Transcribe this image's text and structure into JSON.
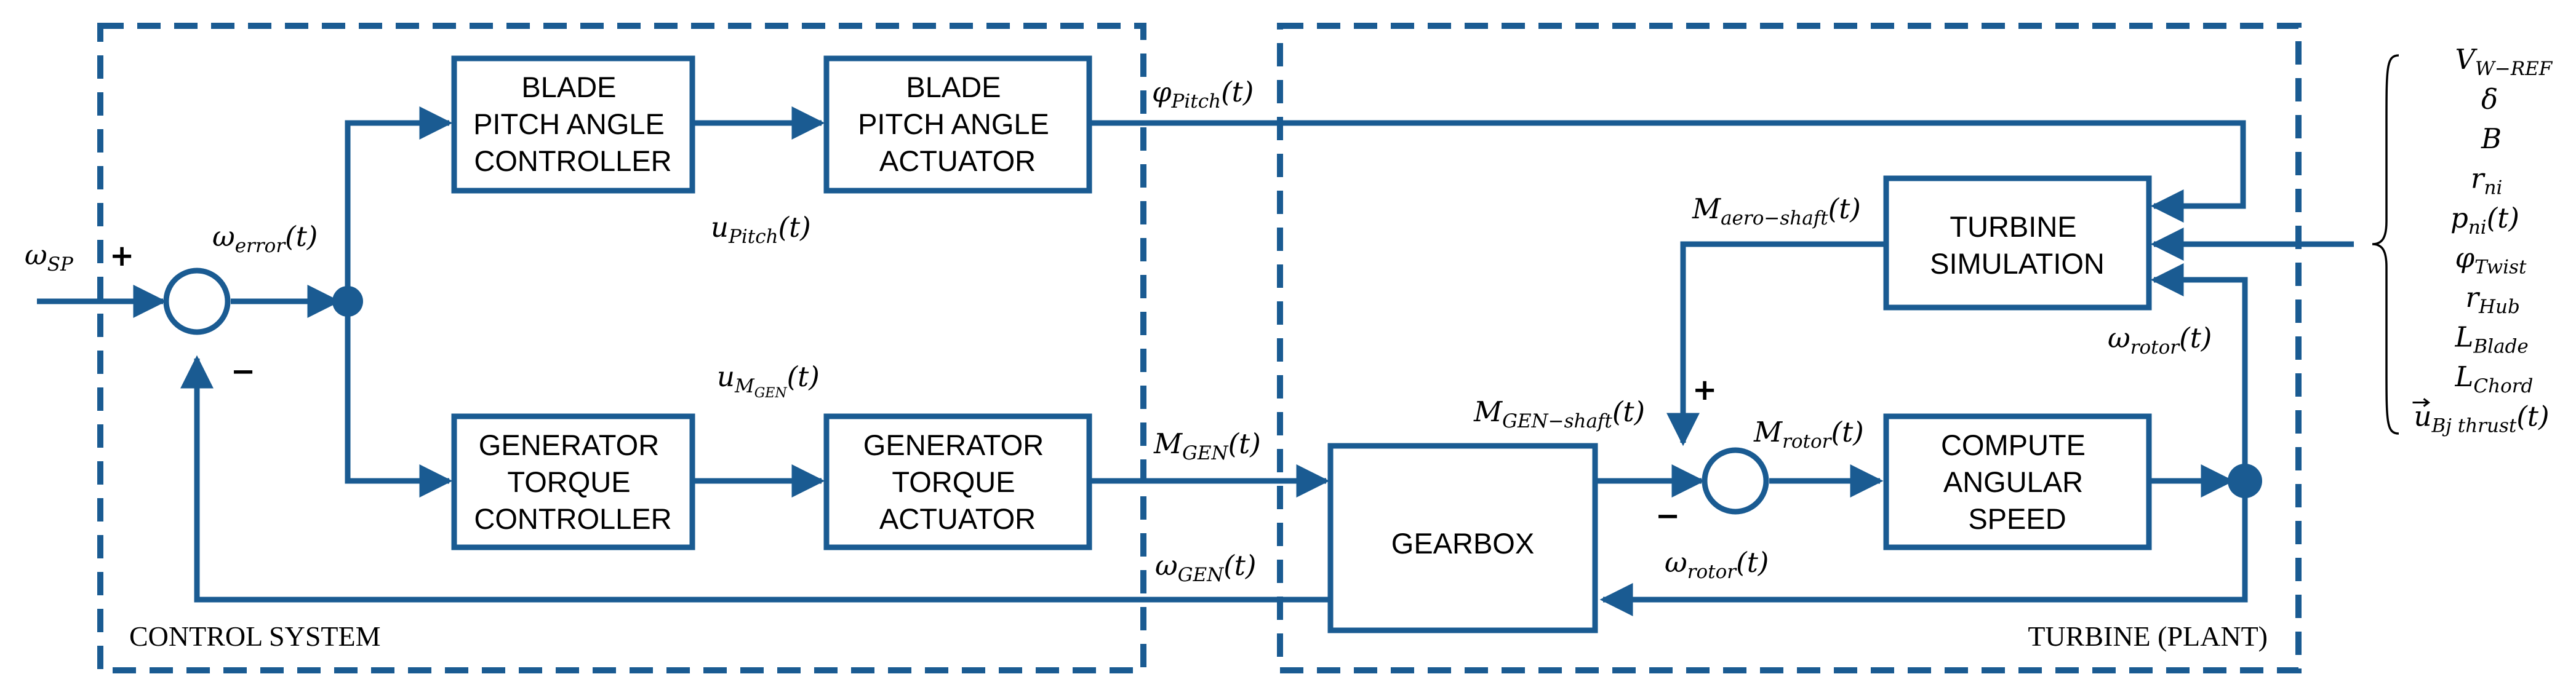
{
  "regions": {
    "control": "CONTROL SYSTEM",
    "plant": "TURBINE (PLANT)"
  },
  "blocks": {
    "pitch_controller": [
      "BLADE",
      "PITCH ANGLE",
      "CONTROLLER"
    ],
    "pitch_actuator": [
      "BLADE",
      "PITCH ANGLE",
      "ACTUATOR"
    ],
    "gen_controller": [
      "GENERATOR",
      "TORQUE",
      "CONTROLLER"
    ],
    "gen_actuator": [
      "GENERATOR",
      "TORQUE",
      "ACTUATOR"
    ],
    "turbine_sim": [
      "TURBINE",
      "SIMULATION"
    ],
    "compute_speed": [
      "COMPUTE",
      "ANGULAR",
      "SPEED"
    ],
    "gearbox": [
      "GEARBOX"
    ]
  },
  "signals": {
    "omega_sp": {
      "base": "ω",
      "sub": "SP"
    },
    "omega_error": {
      "base": "ω",
      "sub": "error",
      "arg": "(t)"
    },
    "phi_pitch": {
      "base": "φ",
      "sub": "Pitch",
      "arg": "(t)"
    },
    "u_pitch": {
      "base": "u",
      "sub": "Pitch",
      "arg": "(t)"
    },
    "u_mgen": {
      "base": "u",
      "sub": "M",
      "subsub": "GEN",
      "arg": "(t)"
    },
    "m_gen": {
      "base": "M",
      "sub": "GEN",
      "arg": "(t)"
    },
    "omega_gen": {
      "base": "ω",
      "sub": "GEN",
      "arg": "(t)"
    },
    "m_aero_shaft": {
      "base": "M",
      "sub": "aero−shaft",
      "arg": "(t)"
    },
    "m_gen_shaft": {
      "base": "M",
      "sub": "GEN−shaft",
      "arg": "(t)"
    },
    "m_rotor": {
      "base": "M",
      "sub": "rotor",
      "arg": "(t)"
    },
    "omega_rotor_top": {
      "base": "ω",
      "sub": "rotor",
      "arg": "(t)"
    },
    "omega_rotor_bottom": {
      "base": "ω",
      "sub": "rotor",
      "arg": "(t)"
    }
  },
  "signs": {
    "sum1_plus": "+",
    "sum1_minus": "−",
    "sum2_plus": "+",
    "sum2_minus": "−"
  },
  "parameters": [
    {
      "base": "V",
      "sub": "W−REF",
      "arg": ""
    },
    {
      "base": "δ",
      "sub": "",
      "arg": ""
    },
    {
      "base": "B",
      "sub": "",
      "arg": ""
    },
    {
      "base": "r",
      "sub": "ni",
      "arg": ""
    },
    {
      "base": "p",
      "sub": "ni",
      "arg": "(t)"
    },
    {
      "base": "φ",
      "sub": "Twist",
      "arg": ""
    },
    {
      "base": "r",
      "sub": "Hub",
      "arg": ""
    },
    {
      "base": "L",
      "sub": "Blade",
      "arg": ""
    },
    {
      "base": "L",
      "sub": "Chord",
      "arg": ""
    },
    {
      "base": "u",
      "sub": "Bj thrust",
      "arg": "(t)",
      "vector": true
    }
  ],
  "colors": {
    "accent": "#1a5b92",
    "text": "#000000",
    "background": "#ffffff"
  }
}
